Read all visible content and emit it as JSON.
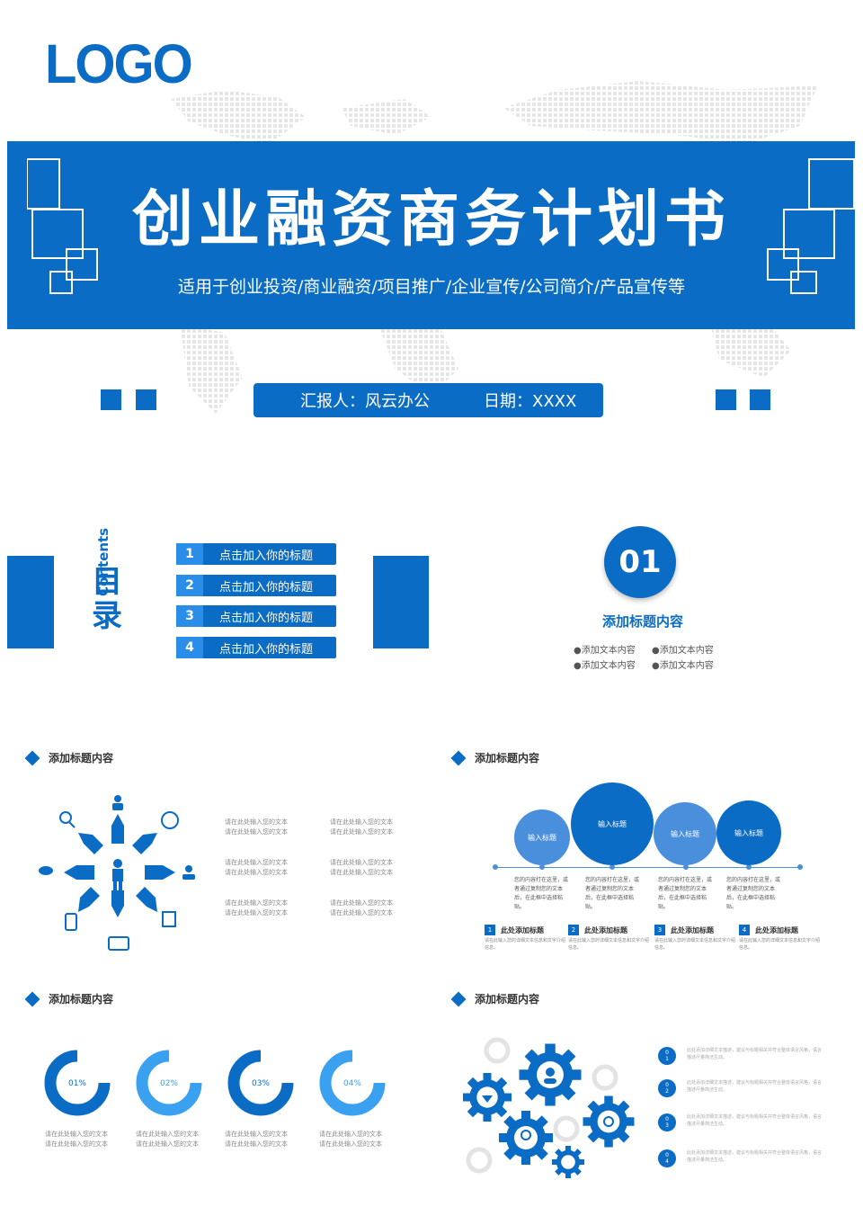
{
  "logo": "LOGO",
  "cover": {
    "title": "创业融资商务计划书",
    "subtitle": "适用于创业投资/商业融资/项目推广/企业宣传/公司简介/产品宣传等",
    "reporter": "汇报人：风云办公",
    "date": "日期：XXXX"
  },
  "toc": {
    "title": "目录",
    "title_en": "Contents",
    "items": [
      {
        "num": "1",
        "label": "点击加入你的标题"
      },
      {
        "num": "2",
        "label": "点击加入你的标题"
      },
      {
        "num": "3",
        "label": "点击加入你的标题"
      },
      {
        "num": "4",
        "label": "点击加入你的标题"
      }
    ]
  },
  "section": {
    "number": "01",
    "title": "添加标题内容",
    "bullets": [
      "●添加文本内容",
      "●添加文本内容",
      "●添加文本内容",
      "●添加文本内容"
    ]
  },
  "slide3": {
    "heading": "添加标题内容",
    "texts": [
      "请在此处输入您的文本",
      "请在此处输入您的文本",
      "请在此处输入您的文本",
      "请在此处输入您的文本",
      "请在此处输入您的文本",
      "请在此处输入您的文本",
      "请在此处输入您的文本",
      "请在此处输入您的文本",
      "请在此处输入您的文本",
      "请在此处输入您的文本",
      "请在此处输入您的文本",
      "请在此处输入您的文本"
    ]
  },
  "slide4": {
    "heading": "添加标题内容",
    "bubbles": [
      "输入标题",
      "输入标题",
      "输入标题",
      "输入标题"
    ],
    "desc": [
      "您的内容打在这里，或者通过复制您的文本后，在此框中选择粘贴。",
      "您的内容打在这里，或者通过复制您的文本后，在此框中选择粘贴。",
      "您的内容打在这里，或者通过复制您的文本后，在此框中选择粘贴。",
      "您的内容打在这里，或者通过复制您的文本后，在此框中选择粘贴。"
    ],
    "steps": [
      {
        "num": "1",
        "title": "此处添加标题",
        "text": "请在此输入您的详细文本信息和文字介绍信息。"
      },
      {
        "num": "2",
        "title": "此处添加标题",
        "text": "请在此输入您的详细文本信息和文字介绍信息。"
      },
      {
        "num": "3",
        "title": "此处添加标题",
        "text": "请在此输入您的详细文本信息和文字介绍信息。"
      },
      {
        "num": "4",
        "title": "此处添加标题",
        "text": "请在此输入您的详细文本信息和文字介绍信息。"
      }
    ]
  },
  "slide5": {
    "heading": "添加标题内容",
    "rings": [
      {
        "label": "01%",
        "progress": 0.75,
        "color": "#0a6cc4"
      },
      {
        "label": "02%",
        "progress": 0.75,
        "color": "#3aa0f0"
      },
      {
        "label": "03%",
        "progress": 0.75,
        "color": "#0a6cc4"
      },
      {
        "label": "04%",
        "progress": 0.75,
        "color": "#3aa0f0"
      }
    ],
    "captions": [
      "请在此处输入您的文本",
      "请在此处输入您的文本"
    ]
  },
  "slide6": {
    "heading": "添加标题内容",
    "items": [
      {
        "num": "0\n1",
        "text": "此处添加详细文本描述，建议与标题相关并符合整体语言风格，语言描述尽量简洁生动。"
      },
      {
        "num": "0\n2",
        "text": "此处添加详细文本描述，建议与标题相关并符合整体语言风格，语言描述尽量简洁生动。"
      },
      {
        "num": "0\n3",
        "text": "此处添加详细文本描述，建议与标题相关并符合整体语言风格，语言描述尽量简洁生动。"
      },
      {
        "num": "0\n4",
        "text": "此处添加详细文本描述，建议与标题相关并符合整体语言风格，语言描述尽量简洁生动。"
      }
    ]
  }
}
